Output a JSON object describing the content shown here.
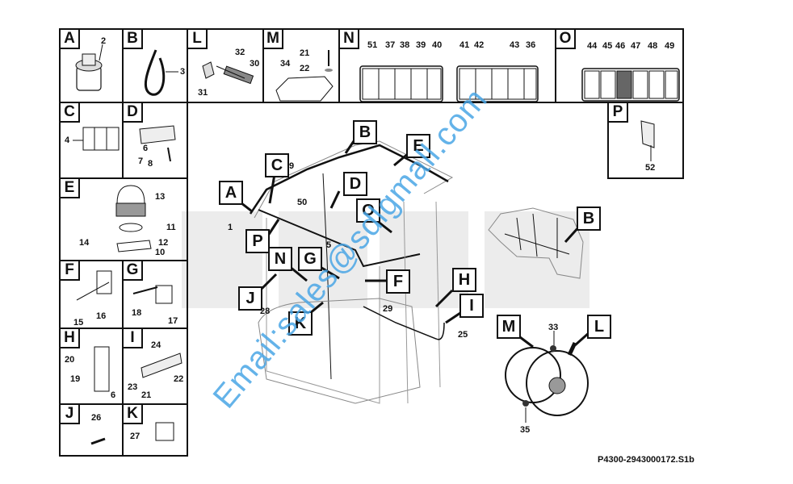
{
  "document": {
    "caption": "P4300-2943000172.S1b",
    "watermark_text": "Email:sales@sdlgmall.com",
    "watermark_color": "#4aa6e6"
  },
  "panels": {
    "A": {
      "letter": "A",
      "numbers": [
        "2"
      ]
    },
    "B": {
      "letter": "B",
      "numbers": [
        "3"
      ]
    },
    "L": {
      "letter": "L",
      "numbers": [
        "32",
        "30",
        "31"
      ]
    },
    "M": {
      "letter": "M",
      "numbers": [
        "21",
        "34",
        "22"
      ]
    },
    "N": {
      "letter": "N",
      "numbers": [
        "51",
        "37",
        "38",
        "39",
        "40",
        "41",
        "42",
        "43",
        "36"
      ]
    },
    "O": {
      "letter": "O",
      "numbers": [
        "44",
        "45",
        "46",
        "47",
        "48",
        "49"
      ]
    },
    "C": {
      "letter": "C",
      "numbers": [
        "4"
      ]
    },
    "D": {
      "letter": "D",
      "numbers": [
        "6",
        "7",
        "8"
      ]
    },
    "P": {
      "letter": "P",
      "numbers": [
        "52"
      ]
    },
    "E": {
      "letter": "E",
      "numbers": [
        "13",
        "11",
        "14",
        "12",
        "10"
      ]
    },
    "F": {
      "letter": "F",
      "numbers": [
        "15",
        "16"
      ]
    },
    "G": {
      "letter": "G",
      "numbers": [
        "18",
        "17"
      ]
    },
    "H": {
      "letter": "H",
      "numbers": [
        "20",
        "19",
        "6"
      ]
    },
    "I": {
      "letter": "I",
      "numbers": [
        "24",
        "23",
        "22",
        "21"
      ]
    },
    "J": {
      "letter": "J",
      "numbers": [
        "26"
      ]
    },
    "K": {
      "letter": "K",
      "numbers": [
        "27"
      ]
    }
  },
  "main_view": {
    "callouts": [
      "A",
      "B",
      "C",
      "D",
      "E",
      "O",
      "P",
      "N",
      "G",
      "F",
      "J",
      "K",
      "H",
      "I"
    ],
    "numbers": [
      "9",
      "50",
      "1",
      "5",
      "28",
      "29",
      "25"
    ]
  },
  "dashboard_view": {
    "callouts": [
      "B"
    ]
  },
  "steering_view": {
    "callouts": [
      "M",
      "L"
    ],
    "numbers": [
      "33",
      "35"
    ]
  }
}
